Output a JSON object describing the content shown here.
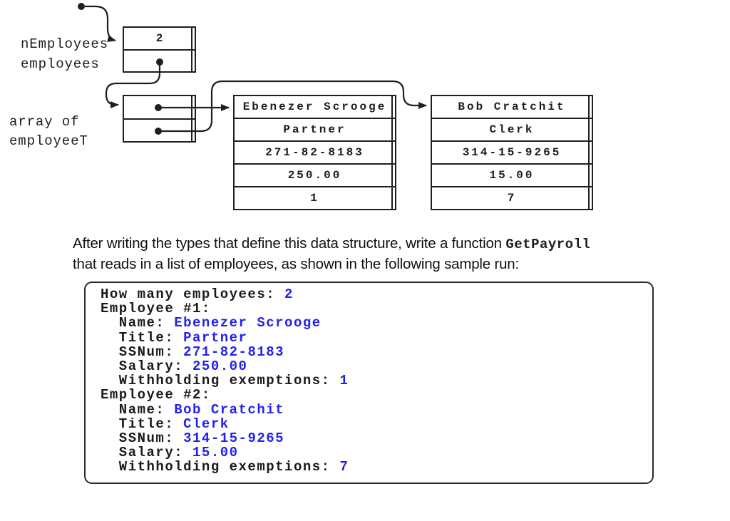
{
  "colors": {
    "ink": "#1f1f1f",
    "input_blue": "#2222ee"
  },
  "diagram": {
    "labels": {
      "n_employees": "nEmployees",
      "employees": "employees",
      "array_of": "array of",
      "employee_t": "employeeT"
    },
    "counter_box": {
      "count": "2"
    },
    "records": [
      {
        "name": "Ebenezer Scrooge",
        "title": "Partner",
        "ssnum": "271-82-8183",
        "salary": "250.00",
        "exemptions": "1"
      },
      {
        "name": "Bob Cratchit",
        "title": "Clerk",
        "ssnum": "314-15-9265",
        "salary": "15.00",
        "exemptions": "7"
      }
    ]
  },
  "paragraph": {
    "line1_text": "After writing the types that define this data structure, write a function ",
    "code": "GetPayroll",
    "line2_text": "that reads in a list of employees, as shown in the following sample run:"
  },
  "console": {
    "lines": [
      {
        "prompt": "How many employees: ",
        "input": "2"
      },
      {
        "prompt": "Employee #1:",
        "input": ""
      },
      {
        "prompt": "  Name: ",
        "input": "Ebenezer Scrooge"
      },
      {
        "prompt": "  Title: ",
        "input": "Partner"
      },
      {
        "prompt": "  SSNum: ",
        "input": "271-82-8183"
      },
      {
        "prompt": "  Salary: ",
        "input": "250.00"
      },
      {
        "prompt": "  Withholding exemptions: ",
        "input": "1"
      },
      {
        "prompt": "Employee #2:",
        "input": ""
      },
      {
        "prompt": "  Name: ",
        "input": "Bob Cratchit"
      },
      {
        "prompt": "  Title: ",
        "input": "Clerk"
      },
      {
        "prompt": "  SSNum: ",
        "input": "314-15-9265"
      },
      {
        "prompt": "  Salary: ",
        "input": "15.00"
      },
      {
        "prompt": "  Withholding exemptions: ",
        "input": "7"
      }
    ]
  }
}
